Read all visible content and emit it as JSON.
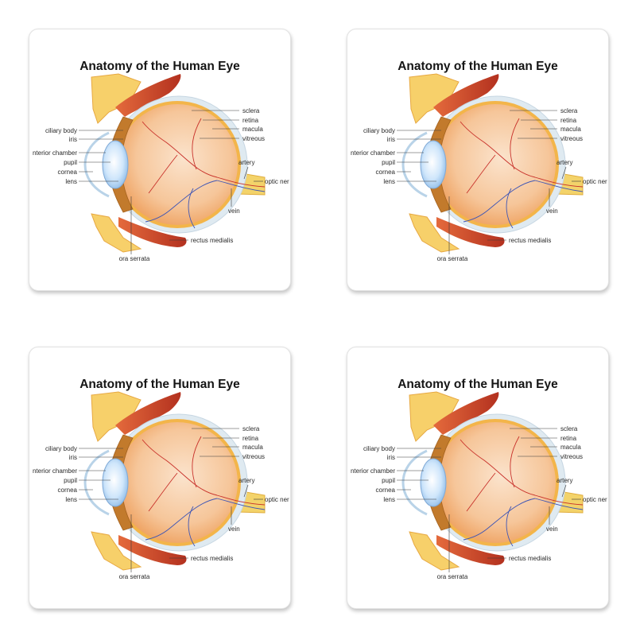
{
  "coasters": [
    {
      "title": "Anatomy of the Human Eye",
      "labels": {
        "sclera": "sclera",
        "retina": "retina",
        "macula": "macula",
        "vitreous": "vitreous",
        "artery": "artery",
        "optic_nerve": "optic ner",
        "vein": "vein",
        "rectus_medialis": "rectus medialis",
        "ora_serrata": "ora serrata",
        "ciliary_body": "ciliary body",
        "iris": "iris",
        "anterior_chamber": "nterior chamber",
        "pupil": "pupil",
        "cornea": "cornea",
        "lens": "lens"
      }
    },
    {
      "title": "Anatomy of the Human Eye",
      "labels": {
        "sclera": "sclera",
        "retina": "retina",
        "macula": "macula",
        "vitreous": "vitreous",
        "artery": "artery",
        "optic_nerve": "optic ner",
        "vein": "vein",
        "rectus_medialis": "rectus medialis",
        "ora_serrata": "ora serrata",
        "ciliary_body": "ciliary body",
        "iris": "iris",
        "anterior_chamber": "nterior chamber",
        "pupil": "pupil",
        "cornea": "cornea",
        "lens": "lens"
      }
    },
    {
      "title": "Anatomy of the Human Eye",
      "labels": {
        "sclera": "sclera",
        "retina": "retina",
        "macula": "macula",
        "vitreous": "vitreous",
        "artery": "artery",
        "optic_nerve": "optic ner",
        "vein": "vein",
        "rectus_medialis": "rectus medialis",
        "ora_serrata": "ora serrata",
        "ciliary_body": "ciliary body",
        "iris": "iris",
        "anterior_chamber": "nterior chamber",
        "pupil": "pupil",
        "cornea": "cornea",
        "lens": "lens"
      }
    },
    {
      "title": "Anatomy of the Human Eye",
      "labels": {
        "sclera": "sclera",
        "retina": "retina",
        "macula": "macula",
        "vitreous": "vitreous",
        "artery": "artery",
        "optic_nerve": "optic ner",
        "vein": "vein",
        "rectus_medialis": "rectus medialis",
        "ora_serrata": "ora serrata",
        "ciliary_body": "ciliary body",
        "iris": "iris",
        "anterior_chamber": "nterior chamber",
        "pupil": "pupil",
        "cornea": "cornea",
        "lens": "lens"
      }
    }
  ],
  "colors": {
    "background": "#ffffff",
    "title": "#151515",
    "sclera_outer": "#dfeaf1",
    "retina_ring": "#f3b54a",
    "eyeball_fill": "#f6c69a",
    "eyeball_core": "#f9dcc2",
    "iris_band": "#c27a2c",
    "lens": "#cfe6fb",
    "muscle": "#c8402a",
    "bone": "#f7d06a",
    "optic_nerve": "#f3d36a",
    "artery": "#c8312a",
    "vein": "#3e55b5"
  }
}
